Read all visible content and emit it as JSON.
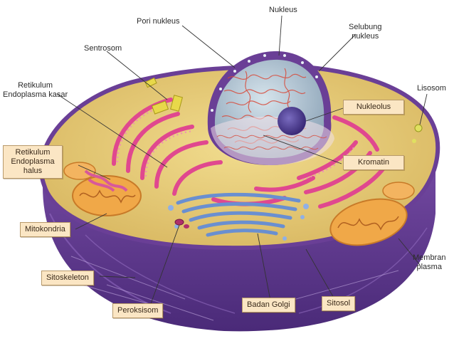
{
  "diagram": {
    "labels": {
      "nukleus": "Nukleus",
      "pori_nukleus": "Pori nukleus",
      "selubung_nukleus_1": "Selubung",
      "selubung_nukleus_2": "nukleus",
      "sentrosom": "Sentrosom",
      "rek_kasar_1": "Retikulum",
      "rek_kasar_2": "Endoplasma kasar",
      "lisosom": "Lisosom",
      "nukleolus": "Nukleolus",
      "rek_halus_1": "Retikulum",
      "rek_halus_2": "Endoplasma",
      "rek_halus_3": "halus",
      "kromatin": "Kromatin",
      "mitokondria": "Mitokondria",
      "sitoskeleton": "Sitoskeleton",
      "membran_1": "Membran",
      "membran_2": "plasma",
      "peroksisom": "Peroksisom",
      "badan_golgi": "Badan Golgi",
      "sitosol": "Sitosol"
    },
    "colors": {
      "membrane": "#6a3f96",
      "cytoplasm": "#e7d07a",
      "rough_er": "#e0488f",
      "golgi": "#6a8fd0",
      "nucleus": "#b3c7d6",
      "nucleolus": "#4a3a8e",
      "mitochondria": "#f0a848",
      "label_box": "#fbe6c4"
    }
  }
}
